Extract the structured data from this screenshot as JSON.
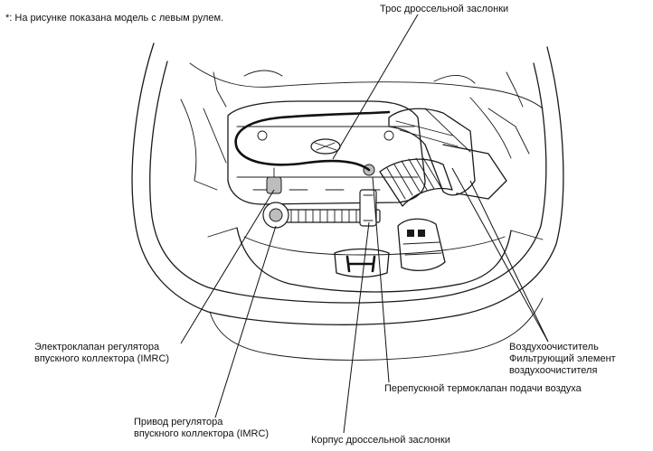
{
  "note": "*: На рисунке показана модель с левым рулем.",
  "labels": {
    "throttle_cable": "Трос дроссельной заслонки",
    "imrc_solenoid": [
      "Электроклапан регулятора",
      "впускного коллектора (IMRC)"
    ],
    "imrc_actuator": [
      "Привод регулятора",
      "впускного коллектора (IMRC)"
    ],
    "throttle_body": "Корпус дроссельной заслонки",
    "bypass_valve": "Перепускной термоклапан подачи воздуха",
    "air_cleaner": [
      "Воздухоочиститель",
      "Фильтрующий элемент",
      "воздухоочистителя"
    ]
  }
}
